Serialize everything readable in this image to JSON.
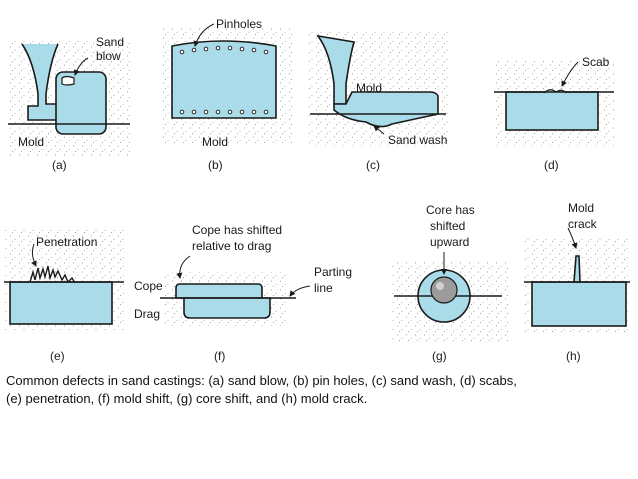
{
  "panels": {
    "a": {
      "tag": "(a)",
      "label_top_1": "Sand",
      "label_top_2": "blow",
      "label_mold": "Mold"
    },
    "b": {
      "tag": "(b)",
      "label_top": "Pinholes",
      "label_mold": "Mold"
    },
    "c": {
      "tag": "(c)",
      "label_mold": "Mold",
      "label_defect": "Sand wash"
    },
    "d": {
      "tag": "(d)",
      "label_top": "Scab"
    },
    "e": {
      "tag": "(e)",
      "label_top": "Penetration"
    },
    "f": {
      "tag": "(f)",
      "label_top_1": "Cope has shifted",
      "label_top_2": "relative to drag",
      "label_cope": "Cope",
      "label_drag": "Drag",
      "label_parting_1": "Parting",
      "label_parting_2": "line"
    },
    "g": {
      "tag": "(g)",
      "label_top_1": "Core has",
      "label_top_2": "shifted",
      "label_top_3": "upward"
    },
    "h": {
      "tag": "(h)",
      "label_top_1": "Mold",
      "label_top_2": "crack"
    }
  },
  "caption": {
    "line1": "Common defects in sand castings: (a) sand blow, (b) pin holes, (c) sand wash, (d) scabs,",
    "line2": "(e) penetration, (f) mold shift, (g) core shift, and (h) mold crack."
  },
  "colors": {
    "casting": "#a9dbe8",
    "outline": "#1a1a1a",
    "sand_speckle": "#8a8a8a"
  }
}
